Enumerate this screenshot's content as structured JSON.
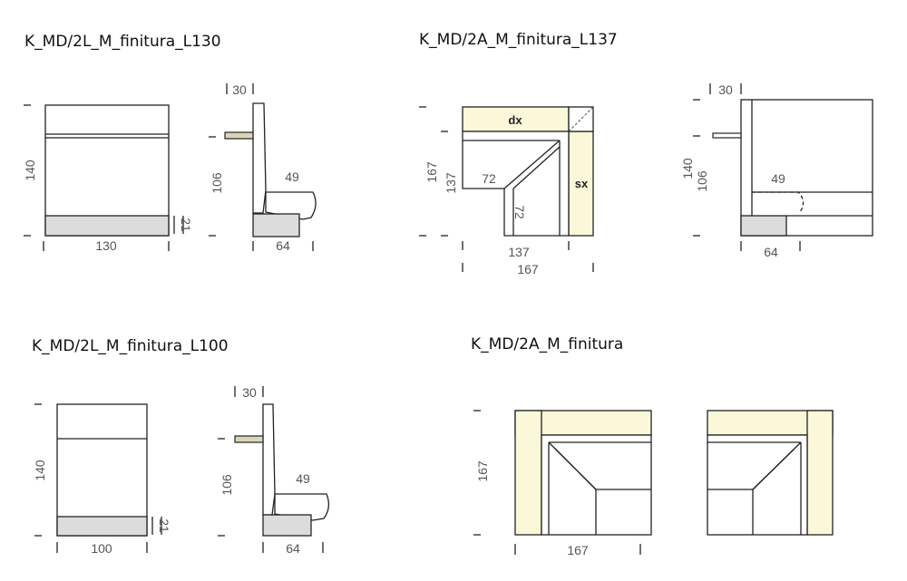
{
  "titles": {
    "top_left": "K_MD/2L_M_finitura_L130",
    "top_right": "K_MD/2A_M_finitura_L137",
    "bottom_left": "K_MD/2L_M_finitura_L100",
    "bottom_right": "K_MD/2A_M_finitura"
  },
  "dims": {
    "tl_height": "140",
    "tl_width": "130",
    "tl_seat_height": "21",
    "tl_side_30": "30",
    "tl_side_106": "106",
    "tl_side_49": "49",
    "tl_side_64": "64",
    "tr_dx": "dx",
    "tr_sx": "sx",
    "tr_167_v": "167",
    "tr_137_v": "137",
    "tr_72_h": "72",
    "tr_72_v": "72",
    "tr_137_h": "137",
    "tr_167_h": "167",
    "tr_side_30": "30",
    "tr_side_140": "140",
    "tr_side_106": "106",
    "tr_side_49": "49",
    "tr_side_64": "64",
    "bl_height": "140",
    "bl_width": "100",
    "bl_seat_height": "21",
    "bl_side_30": "30",
    "bl_side_106": "106",
    "bl_side_49": "49",
    "bl_side_64": "64",
    "br_167_v": "167",
    "br_167_h": "167"
  }
}
